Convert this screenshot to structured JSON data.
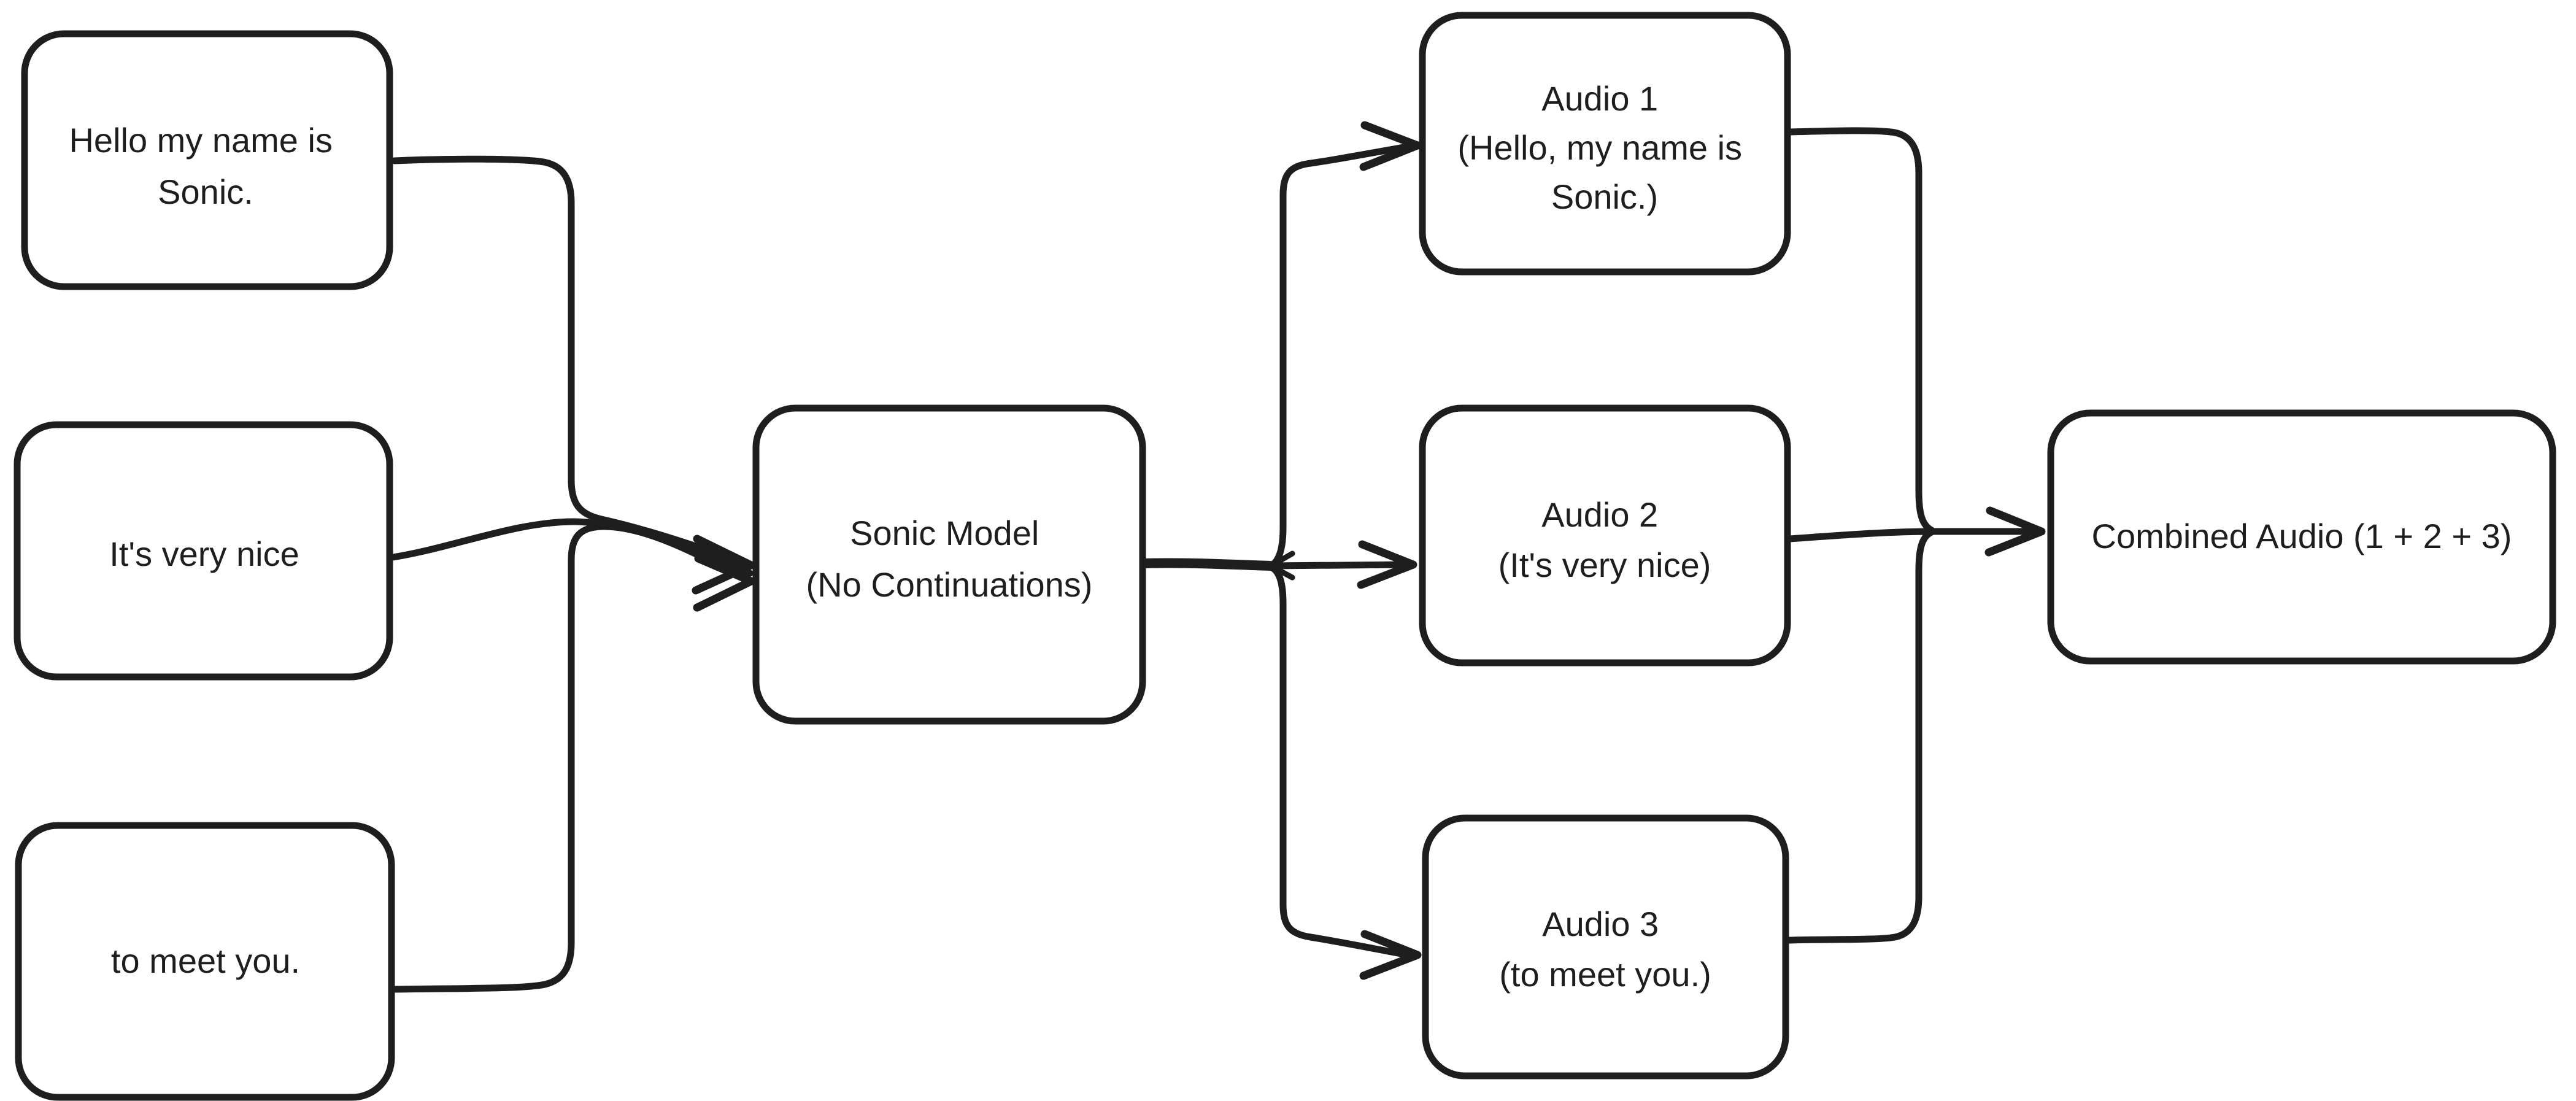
{
  "title": "Sonic model no-continuations batch audio flow",
  "colors": {
    "background": "#ffffff",
    "stroke": "#1e1e1e",
    "text": "#1e1e1e"
  },
  "nodes": {
    "input1": {
      "lines": [
        "Hello my name is",
        "Sonic."
      ]
    },
    "input2": {
      "lines": [
        "It's very nice"
      ]
    },
    "input3": {
      "lines": [
        "to meet you."
      ]
    },
    "model": {
      "lines": [
        "Sonic Model",
        "(No Continuations)"
      ]
    },
    "audio1": {
      "lines": [
        "Audio 1",
        "(Hello, my name is",
        "Sonic.)"
      ]
    },
    "audio2": {
      "lines": [
        "Audio 2",
        "(It's very nice)"
      ]
    },
    "audio3": {
      "lines": [
        "Audio 3",
        "(to meet you.)"
      ]
    },
    "combined": {
      "lines": [
        "Combined Audio (1 + 2 + 3)"
      ]
    }
  }
}
